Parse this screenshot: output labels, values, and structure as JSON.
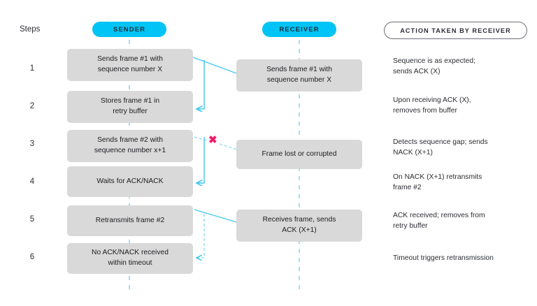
{
  "headers": {
    "steps_label": "Steps",
    "sender_label": "SENDER",
    "receiver_label": "RECEIVER",
    "action_label": "ACTION TAKEN BY RECEIVER"
  },
  "colors": {
    "accent": "#00c4f5",
    "box_fill": "#d9d9d9",
    "error_mark": "#ef1e6b",
    "outline_pill_border": "#6c6f7a",
    "text": "#2b2d33",
    "background": "#ffffff"
  },
  "icons": {
    "error_cross": "✖"
  },
  "rows": [
    {
      "step": "1",
      "sender": "Sends frame #1 with\nsequence number X",
      "sender_line1": "Sends frame #1 with",
      "sender_line2": "sequence number X",
      "receiver_line1": "Sends frame #1 with",
      "receiver_line2": "sequence number X",
      "action_line1": "Sequence is as expected;",
      "action_line2": "sends ACK (X)"
    },
    {
      "step": "2",
      "sender_line1": "Stores frame #1 in",
      "sender_line2": "retry buffer",
      "receiver_line1": "",
      "receiver_line2": "",
      "action_line1": "Upon receiving ACK (X),",
      "action_line2": "removes from buffer"
    },
    {
      "step": "3",
      "sender_line1": "Sends frame #2 with",
      "sender_line2": "sequence number x+1",
      "receiver_line1": "Frame lost or corrupted",
      "receiver_line2": "",
      "action_line1": "Detects sequence gap; sends",
      "action_line2": "NACK (X+1)"
    },
    {
      "step": "4",
      "sender_line1": "Waits for ACK/NACK",
      "sender_line2": "",
      "receiver_line1": "",
      "receiver_line2": "",
      "action_line1": "On NACK (X+1) retransmits",
      "action_line2": "frame #2"
    },
    {
      "step": "5",
      "sender_line1": "Retransmits frame #2",
      "sender_line2": "",
      "receiver_line1": "Receives frame, sends",
      "receiver_line2": "ACK (X+1)",
      "action_line1": "ACK received; removes from",
      "action_line2": "retry buffer"
    },
    {
      "step": "6",
      "sender_line1": "No ACK/NACK received",
      "sender_line2": "within timeout",
      "receiver_line1": "",
      "receiver_line2": "",
      "action_line1": "Timeout triggers retransmission",
      "action_line2": ""
    }
  ]
}
